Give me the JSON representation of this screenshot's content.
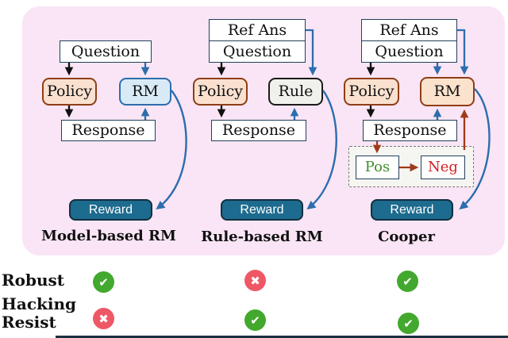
{
  "figure": {
    "diagrams": [
      {
        "id": "model-based-rm",
        "caption": "Model-based RM",
        "nodes": {
          "question": "Question",
          "policy": "Policy",
          "rm": "RM",
          "response": "Response",
          "reward": "Reward"
        }
      },
      {
        "id": "rule-based-rm",
        "caption": "Rule-based RM",
        "nodes": {
          "ref_ans": "Ref Ans",
          "question": "Question",
          "policy": "Policy",
          "rule": "Rule",
          "response": "Response",
          "reward": "Reward"
        }
      },
      {
        "id": "cooper",
        "caption": "Cooper",
        "nodes": {
          "ref_ans": "Ref Ans",
          "question": "Question",
          "policy": "Policy",
          "rm": "RM",
          "response": "Response",
          "pos": "Pos",
          "neg": "Neg",
          "reward": "Reward"
        }
      }
    ],
    "comparison": {
      "rows": [
        {
          "label": "Robust",
          "marks": [
            "check",
            "cross",
            "check"
          ]
        },
        {
          "label": "Hacking Resist",
          "marks": [
            "cross",
            "check",
            "check"
          ]
        }
      ]
    },
    "colors": {
      "panel_bg": "#f9e5f5",
      "box_border": "#22405a",
      "policy_fill": "#fae1cf",
      "policy_border": "#8f3e16",
      "rm_blue_fill": "#d9eaf7",
      "rm_blue_border": "#2d6dad",
      "rule_fill": "#f0f0ec",
      "rm_peach_fill": "#fbe2cd",
      "reward_fill": "#1d6b8e",
      "arrow_black": "#111111",
      "arrow_blue": "#2d6dad",
      "arrow_brown": "#9e3a18",
      "pos_text": "#3f8f2c",
      "neg_text": "#d42020",
      "check_green": "#43a82e",
      "cross_red": "#ee5866"
    }
  }
}
